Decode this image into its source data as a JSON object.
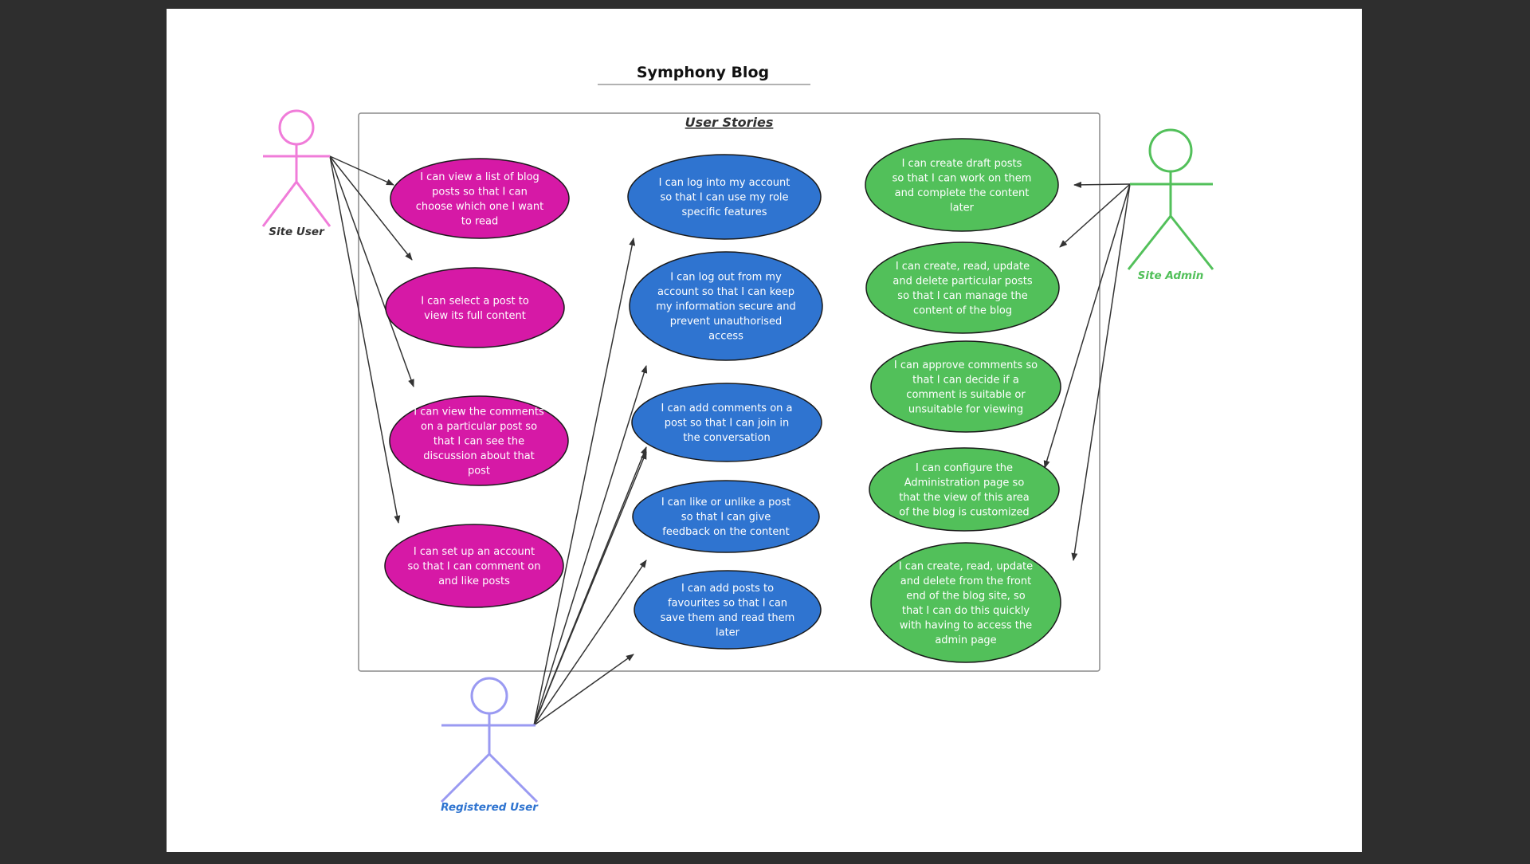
{
  "diagram": {
    "title": "Symphony Blog",
    "boundary_label": "User Stories"
  },
  "colors": {
    "background": "#2e2e2e",
    "page": "#ffffff",
    "site_user": "#d619a6",
    "registered_user": "#2f74d0",
    "site_admin": "#52c05a",
    "site_user_actor": "#f07cd9",
    "registered_user_actor": "#9a9af2",
    "site_admin_actor": "#52c05a",
    "site_user_label": "#333333",
    "registered_user_label": "#2f74d0",
    "site_admin_label": "#52c05a"
  },
  "actors": {
    "site_user": {
      "label": "Site User"
    },
    "registered_user": {
      "label": "Registered User"
    },
    "site_admin": {
      "label": "Site Admin"
    }
  },
  "stories": {
    "site_user": [
      [
        "I can view a list of blog",
        "posts so that I can",
        "choose which one I want",
        "to read"
      ],
      [
        "I can select a post to",
        "view its full content"
      ],
      [
        "I can view the comments",
        "on a particular post so",
        "that I can see the",
        "discussion about that",
        "post"
      ],
      [
        "I can set up an account",
        "so that I can comment on",
        "and like posts"
      ]
    ],
    "registered_user": [
      [
        "I can log into my account",
        "so that I can use my role",
        "specific features"
      ],
      [
        "I can log out from my",
        "account so that I can keep",
        "my information secure and",
        "prevent unauthorised",
        "access"
      ],
      [
        "I can add comments on a",
        "post so that I can join in",
        "the conversation"
      ],
      [
        "I can like or unlike a post",
        "so that I can give",
        "feedback on the content"
      ],
      [
        "I can add posts to",
        "favourites so that I can",
        "save them and  read them",
        "later"
      ]
    ],
    "site_admin": [
      [
        "I can create draft posts",
        "so that I can work on them",
        "and complete the content",
        "later"
      ],
      [
        "I can create, read, update",
        "and delete particular posts",
        "so that I can manage the",
        "content of the blog"
      ],
      [
        "I can approve comments so",
        "that I can decide if a",
        "comment is suitable or",
        "unsuitable for viewing"
      ],
      [
        "I can configure the",
        "Administration page so",
        "that the view of this area",
        "of the blog is customized"
      ],
      [
        "I can create, read, update",
        "and delete from the front",
        "end of the blog site, so",
        "that I can do this quickly",
        "with having to access the",
        "admin page"
      ]
    ]
  }
}
